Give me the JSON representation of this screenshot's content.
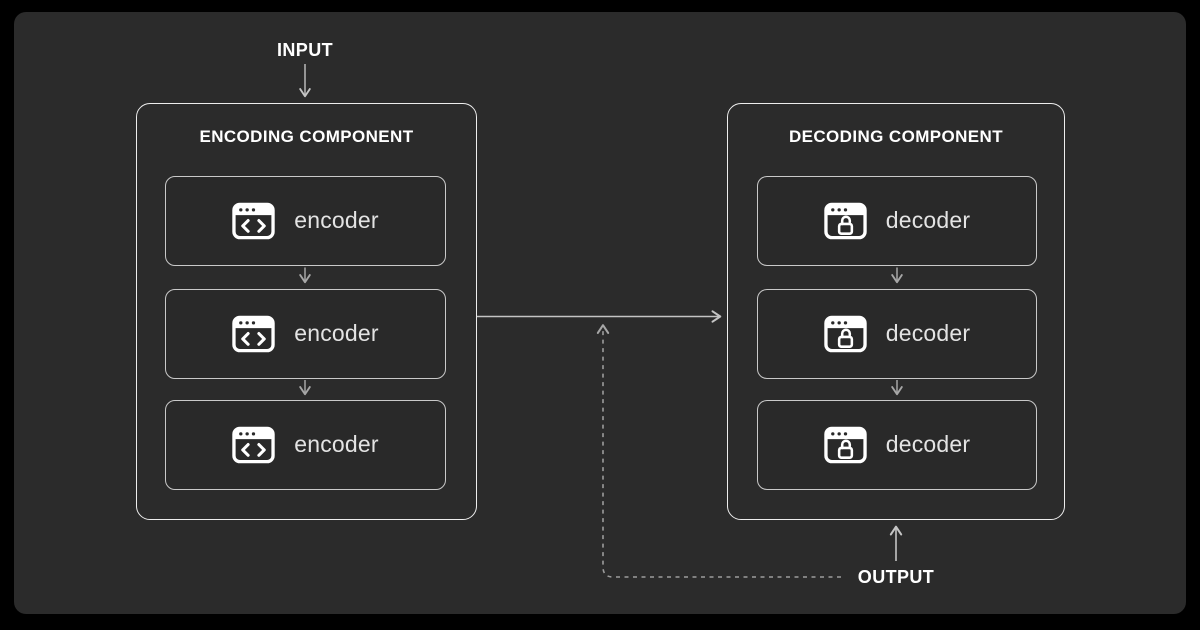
{
  "labels": {
    "input": "INPUT",
    "output": "OUTPUT"
  },
  "encoding": {
    "title": "ENCODING COMPONENT",
    "units": [
      {
        "label": "encoder",
        "icon": "code-window-icon"
      },
      {
        "label": "encoder",
        "icon": "code-window-icon"
      },
      {
        "label": "encoder",
        "icon": "code-window-icon"
      }
    ]
  },
  "decoding": {
    "title": "DECODING COMPONENT",
    "units": [
      {
        "label": "decoder",
        "icon": "lock-window-icon"
      },
      {
        "label": "decoder",
        "icon": "lock-window-icon"
      },
      {
        "label": "decoder",
        "icon": "lock-window-icon"
      }
    ]
  },
  "colors": {
    "frame": "#000000",
    "panel": "#2b2b2b",
    "component_border": "#ededed",
    "unit_border": "#c9c9c9",
    "unit_background": "#292929",
    "title_text": "#ffffff",
    "unit_text": "#e3e3e3",
    "connector": "#c4c4c4",
    "connector_dim": "#a6a6a6",
    "dashed_connector": "#9c9c9c"
  }
}
